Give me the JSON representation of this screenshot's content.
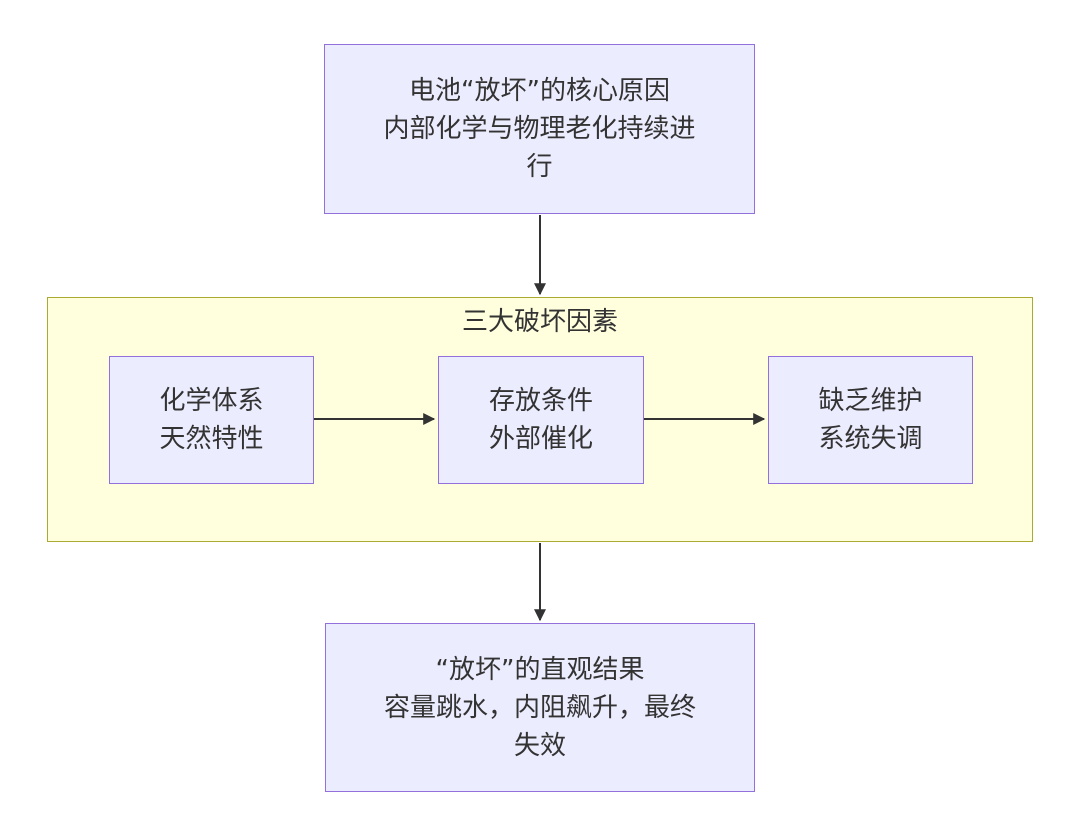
{
  "diagram": {
    "type": "flowchart-top-down",
    "nodes": {
      "cause": {
        "line1": "电池“放坏”的核心原因",
        "line2": "内部化学与物理老化持续进行"
      },
      "result": {
        "line1": "“放坏”的直观结果",
        "line2": "容量跳水，内阻飙升，最终失效"
      }
    },
    "group": {
      "label": "三大破坏因素",
      "nodes": [
        {
          "line1": "化学体系",
          "line2": "天然特性"
        },
        {
          "line1": "存放条件",
          "line2": "外部催化"
        },
        {
          "line1": "缺乏维护",
          "line2": "系统失调"
        }
      ]
    },
    "colors": {
      "node_fill": "#ECECFF",
      "node_border": "#9370DB",
      "group_fill": "#FFFFDE",
      "group_border": "#AAAA33",
      "arrow": "#333333",
      "text": "#333333",
      "background": "#FFFFFF"
    }
  }
}
